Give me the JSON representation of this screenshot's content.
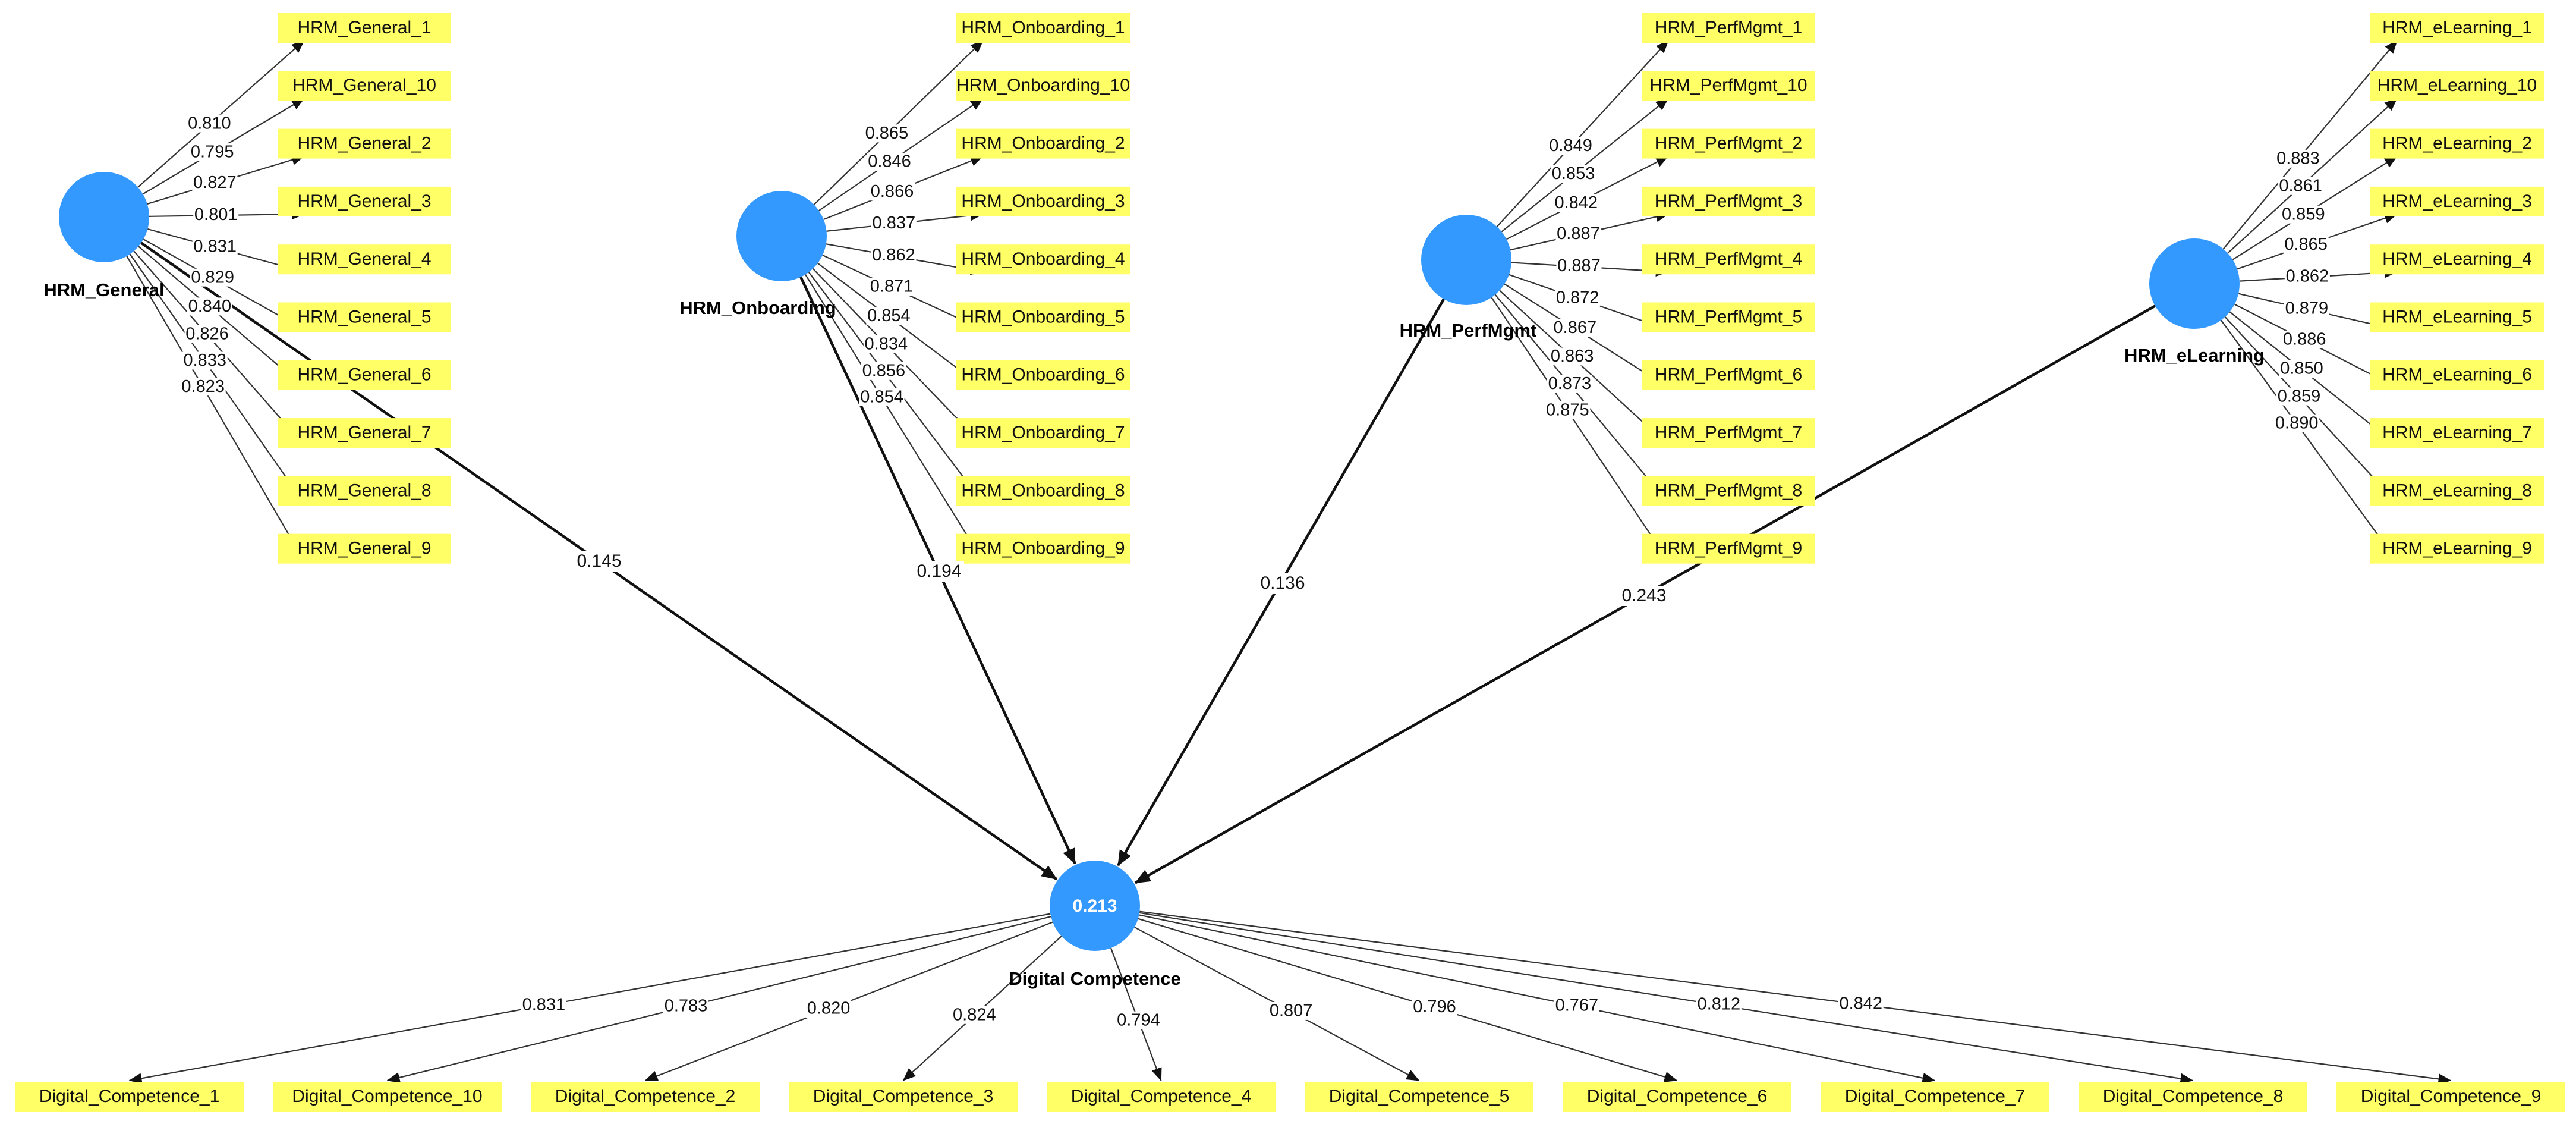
{
  "colors": {
    "construct_fill": "#3399ff",
    "indicator_fill": "#ffff66",
    "line": "#111111"
  },
  "constructs": [
    {
      "id": "general",
      "name": "HRM_General",
      "indicators": [
        {
          "name": "HRM_General_1",
          "loading": "0.810"
        },
        {
          "name": "HRM_General_10",
          "loading": "0.795"
        },
        {
          "name": "HRM_General_2",
          "loading": "0.827"
        },
        {
          "name": "HRM_General_3",
          "loading": "0.801"
        },
        {
          "name": "HRM_General_4",
          "loading": "0.831"
        },
        {
          "name": "HRM_General_5",
          "loading": "0.829"
        },
        {
          "name": "HRM_General_6",
          "loading": "0.840"
        },
        {
          "name": "HRM_General_7",
          "loading": "0.826"
        },
        {
          "name": "HRM_General_8",
          "loading": "0.833"
        },
        {
          "name": "HRM_General_9",
          "loading": "0.823"
        }
      ],
      "path_coefficient": "0.145"
    },
    {
      "id": "onboarding",
      "name": "HRM_Onboarding",
      "indicators": [
        {
          "name": "HRM_Onboarding_1",
          "loading": "0.865"
        },
        {
          "name": "HRM_Onboarding_10",
          "loading": "0.846"
        },
        {
          "name": "HRM_Onboarding_2",
          "loading": "0.866"
        },
        {
          "name": "HRM_Onboarding_3",
          "loading": "0.837"
        },
        {
          "name": "HRM_Onboarding_4",
          "loading": "0.862"
        },
        {
          "name": "HRM_Onboarding_5",
          "loading": "0.871"
        },
        {
          "name": "HRM_Onboarding_6",
          "loading": "0.854"
        },
        {
          "name": "HRM_Onboarding_7",
          "loading": "0.834"
        },
        {
          "name": "HRM_Onboarding_8",
          "loading": "0.856"
        },
        {
          "name": "HRM_Onboarding_9",
          "loading": "0.854"
        }
      ],
      "path_coefficient": "0.194"
    },
    {
      "id": "perfmgmt",
      "name": "HRM_PerfMgmt",
      "indicators": [
        {
          "name": "HRM_PerfMgmt_1",
          "loading": "0.849"
        },
        {
          "name": "HRM_PerfMgmt_10",
          "loading": "0.853"
        },
        {
          "name": "HRM_PerfMgmt_2",
          "loading": "0.842"
        },
        {
          "name": "HRM_PerfMgmt_3",
          "loading": "0.887"
        },
        {
          "name": "HRM_PerfMgmt_4",
          "loading": "0.887"
        },
        {
          "name": "HRM_PerfMgmt_5",
          "loading": "0.872"
        },
        {
          "name": "HRM_PerfMgmt_6",
          "loading": "0.867"
        },
        {
          "name": "HRM_PerfMgmt_7",
          "loading": "0.863"
        },
        {
          "name": "HRM_PerfMgmt_8",
          "loading": "0.873"
        },
        {
          "name": "HRM_PerfMgmt_9",
          "loading": "0.875"
        }
      ],
      "path_coefficient": "0.136"
    },
    {
      "id": "elearning",
      "name": "HRM_eLearning",
      "indicators": [
        {
          "name": "HRM_eLearning_1",
          "loading": "0.883"
        },
        {
          "name": "HRM_eLearning_10",
          "loading": "0.861"
        },
        {
          "name": "HRM_eLearning_2",
          "loading": "0.859"
        },
        {
          "name": "HRM_eLearning_3",
          "loading": "0.865"
        },
        {
          "name": "HRM_eLearning_4",
          "loading": "0.862"
        },
        {
          "name": "HRM_eLearning_5",
          "loading": "0.879"
        },
        {
          "name": "HRM_eLearning_6",
          "loading": "0.886"
        },
        {
          "name": "HRM_eLearning_7",
          "loading": "0.850"
        },
        {
          "name": "HRM_eLearning_8",
          "loading": "0.859"
        },
        {
          "name": "HRM_eLearning_9",
          "loading": "0.890"
        }
      ],
      "path_coefficient": "0.243"
    }
  ],
  "outcome": {
    "name": "Digital Competence",
    "r_squared": "0.213",
    "indicators": [
      {
        "name": "Digital_Competence_1",
        "loading": "0.831"
      },
      {
        "name": "Digital_Competence_10",
        "loading": "0.783"
      },
      {
        "name": "Digital_Competence_2",
        "loading": "0.820"
      },
      {
        "name": "Digital_Competence_3",
        "loading": "0.824"
      },
      {
        "name": "Digital_Competence_4",
        "loading": "0.794"
      },
      {
        "name": "Digital_Competence_5",
        "loading": "0.807"
      },
      {
        "name": "Digital_Competence_6",
        "loading": "0.796"
      },
      {
        "name": "Digital_Competence_7",
        "loading": "0.767"
      },
      {
        "name": "Digital_Competence_8",
        "loading": "0.812"
      },
      {
        "name": "Digital_Competence_9",
        "loading": "0.842"
      }
    ]
  }
}
